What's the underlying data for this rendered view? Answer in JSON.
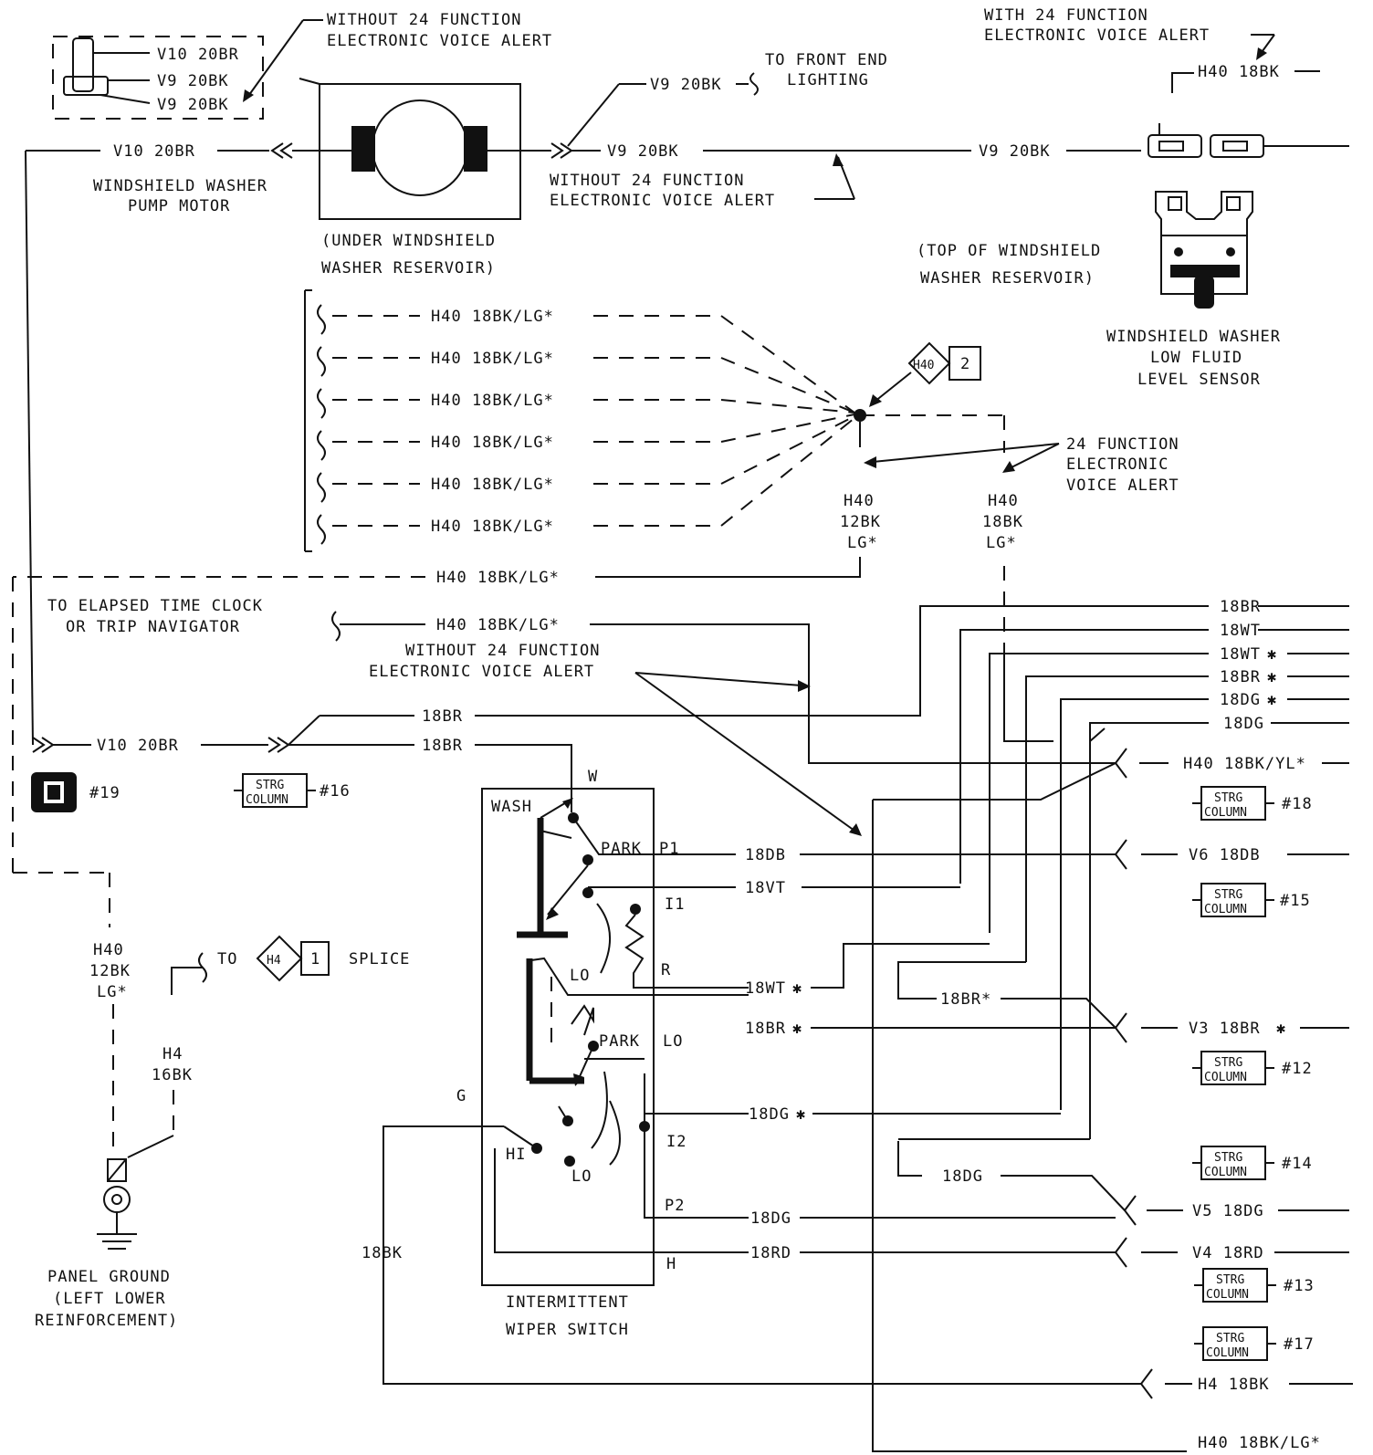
{
  "labels": {
    "v10_a": "V10 20BR",
    "v9_a": "V9 20BK",
    "v9_b": "V9 20BK",
    "without24_top_1": "WITHOUT 24 FUNCTION",
    "without24_top_2": "ELECTRONIC VOICE ALERT",
    "v10_left": "V10 20BR",
    "pump_1": "WINDSHIELD WASHER",
    "pump_2": "PUMP MOTOR",
    "under_1": "(UNDER WINDSHIELD",
    "under_2": "WASHER RESERVOIR)",
    "v9_front": "V9 20BK",
    "front_1": "TO FRONT END",
    "front_2": "LIGHTING",
    "v9_mid": "V9 20BK",
    "without24_mid_1": "WITHOUT 24 FUNCTION",
    "without24_mid_2": "ELECTRONIC VOICE ALERT",
    "v9_right": "V9 20BK",
    "with24_1": "WITH 24 FUNCTION",
    "with24_2": "ELECTRONIC VOICE ALERT",
    "h40_top": "H40 18BK",
    "top_1": "(TOP OF WINDSHIELD",
    "top_2": "WASHER RESERVOIR)",
    "sensor_1": "WINDSHIELD WASHER",
    "sensor_2": "LOW FLUID",
    "sensor_3": "LEVEL SENSOR",
    "h40_lg_1": "H40 18BK/LG*",
    "h40_lg_2": "H40 18BK/LG*",
    "h40_lg_3": "H40 18BK/LG*",
    "h40_lg_4": "H40 18BK/LG*",
    "h40_lg_5": "H40 18BK/LG*",
    "h40_lg_6": "H40 18BK/LG*",
    "splice_h40": "H40",
    "splice_h40_num": "2",
    "evf_1": "24 FUNCTION",
    "evf_2": "ELECTRONIC",
    "evf_3": "VOICE ALERT",
    "h40_12_a": "H40",
    "h40_12_b": "12BK",
    "h40_12_c": "LG*",
    "h40_18_a": "H40",
    "h40_18_b": "18BK",
    "h40_18_c": "LG*",
    "h40_dash_long": "H40 18BK/LG*",
    "elapsed_1": "TO ELAPSED TIME CLOCK",
    "elapsed_2": "OR TRIP NAVIGATOR",
    "h40_elapsed": "H40 18BK/LG*",
    "without24_low_1": "WITHOUT 24 FUNCTION",
    "without24_low_2": "ELECTRONIC VOICE ALERT",
    "r_18br": "18BR",
    "r_18wt": "18WT",
    "r_18wt_s": "18WT",
    "r_18br_s": "18BR",
    "r_18dg_s": "18DG",
    "r_18dg": "18DG",
    "br_upper": "18BR",
    "br_lower": "18BR",
    "v10_bottom": "V10 20BR",
    "conn_19": "#19",
    "strg": "STRG",
    "column": "COLUMN",
    "conn_16": "#16",
    "h40_yl": "H40 18BK/YL*",
    "conn_18": "#18",
    "sw_w": "W",
    "sw_wash": "WASH",
    "sw_park1": "PARK",
    "sw_p1": "P1",
    "sw_i1": "I1",
    "sw_r": "R",
    "sw_lo": "LO",
    "sw_park2": "PARK",
    "sw_lo2": "LO",
    "sw_g": "G",
    "sw_hi": "HI",
    "sw_lo3": "LO",
    "sw_i2": "I2",
    "sw_p2": "P2",
    "sw_h": "H",
    "w_18db": "18DB",
    "w_18vt": "18VT",
    "w_18wt_s": "18WT",
    "w_18br_s": "18BR",
    "w_18dg_s": "18DG",
    "w_18dg": "18DG",
    "w_18rd": "18RD",
    "w_18br_sj": "18BR*",
    "w_18dg_j": "18DG",
    "v6": "V6 18DB",
    "conn_15": "#15",
    "v3": "V3 18BR",
    "conn_12": "#12",
    "conn_14": "#14",
    "v5": "V5 18DG",
    "v4": "V4 18RD",
    "conn_13": "#13",
    "conn_17": "#17",
    "h4_right": "H4 18BK",
    "h40_bottom_right": "H40 18BK/LG*",
    "to": "TO",
    "splice_h4": "H4",
    "splice_h4_num": "1",
    "splice": "SPLICE",
    "h40_left_a": "H40",
    "h40_left_b": "12BK",
    "h40_left_c": "LG*",
    "h4_a": "H4",
    "h4_b": "16BK",
    "bk_18": "18BK",
    "ground_1": "PANEL GROUND",
    "ground_2": "(LEFT LOWER",
    "ground_3": "REINFORCEMENT)",
    "switch_1": "INTERMITTENT",
    "switch_2": "WIPER SWITCH"
  }
}
